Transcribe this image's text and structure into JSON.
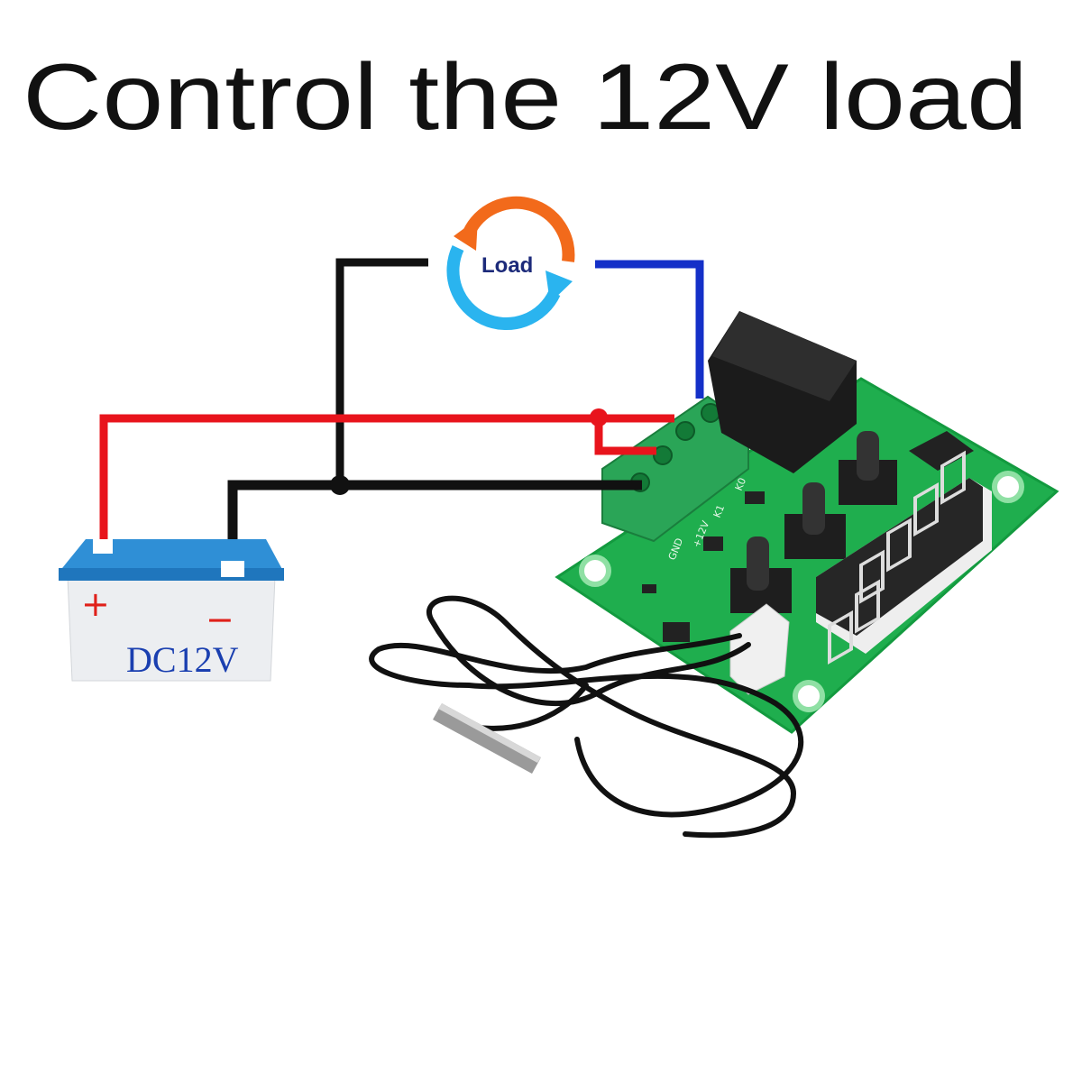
{
  "title": "Control the 12V load",
  "load_label": "Load",
  "battery": {
    "label": "DC12V",
    "plus": "+",
    "minus": "−"
  },
  "board_labels": [
    "GND",
    "+12V",
    "K1",
    "K0"
  ],
  "colors": {
    "positive_wire": "#e8141c",
    "negative_wire": "#111111",
    "load_return_wire": "#1430c8",
    "board": "#1fae4e",
    "terminal": "#2aa557",
    "arrow_orange": "#f26a1b",
    "arrow_blue": "#2ab4ef"
  }
}
